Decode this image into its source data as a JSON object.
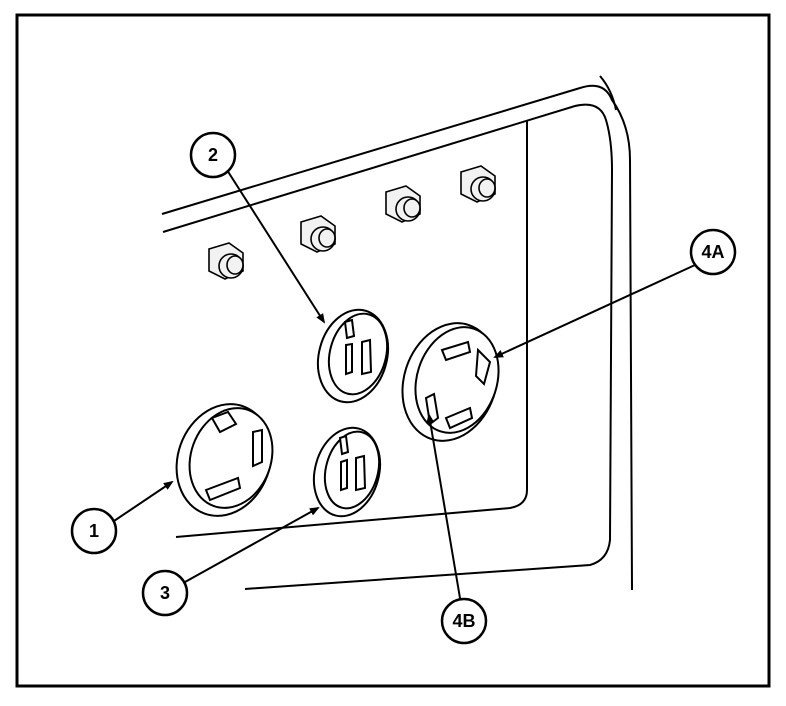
{
  "figure": {
    "callouts": [
      {
        "id": "1",
        "label": "1"
      },
      {
        "id": "2",
        "label": "2"
      },
      {
        "id": "3",
        "label": "3"
      },
      {
        "id": "4a",
        "label": "4A"
      },
      {
        "id": "4b",
        "label": "4B"
      }
    ]
  },
  "colors": {
    "line": "#000000",
    "background": "#ffffff",
    "fill_light": "#f2f2f2"
  }
}
